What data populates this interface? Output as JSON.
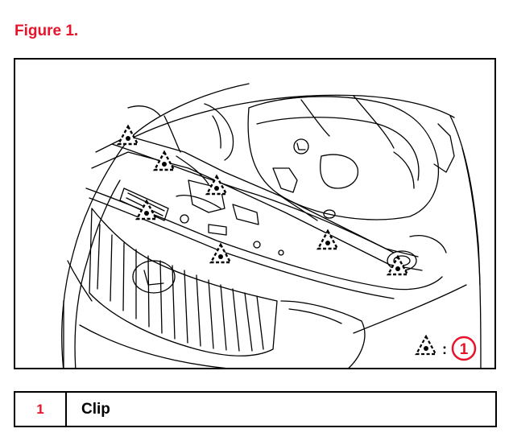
{
  "figure": {
    "title": "Figure 1.",
    "callout_number": "1",
    "callout_separator": ":"
  },
  "legend": {
    "rows": [
      {
        "number": "1",
        "label": "Clip"
      }
    ]
  },
  "colors": {
    "accent_red": "#e8132a",
    "line": "#000000"
  },
  "icons": [
    "clip-marker-icon",
    "numbered-callout-icon"
  ]
}
